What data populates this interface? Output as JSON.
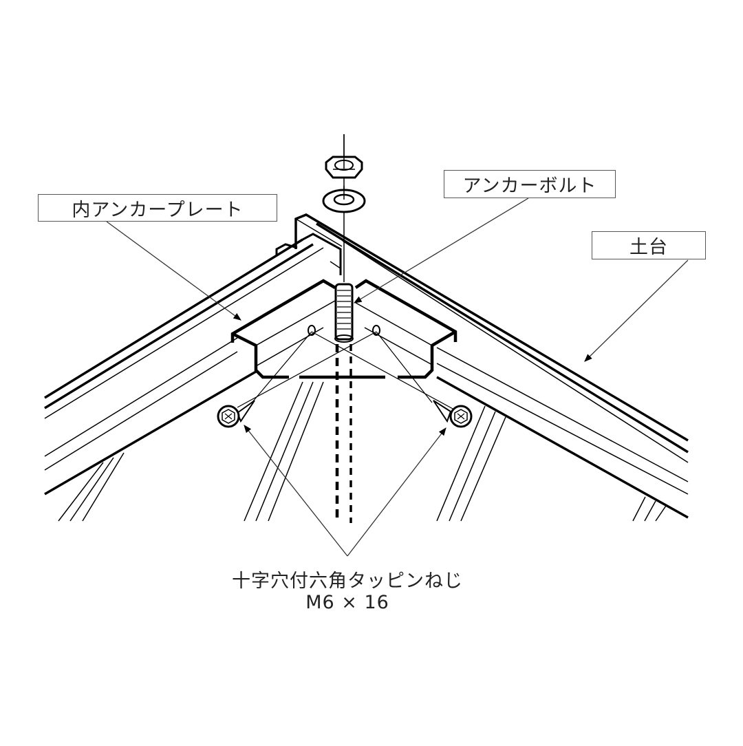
{
  "diagram": {
    "labels": {
      "inner_anchor_plate": "内アンカープレート",
      "anchor_bolt": "アンカーボルト",
      "base_frame": "土台"
    },
    "caption": {
      "part_name": "十字穴付六角タッピンねじ",
      "size": "M6 × 16"
    },
    "parts": [
      "hex-nut",
      "washer",
      "anchor-bolt",
      "inner-anchor-plate",
      "base-frame",
      "tapping-screw-left",
      "tapping-screw-right"
    ],
    "colors": {
      "line": "#000000",
      "leader": "#333333",
      "background": "#ffffff"
    }
  }
}
